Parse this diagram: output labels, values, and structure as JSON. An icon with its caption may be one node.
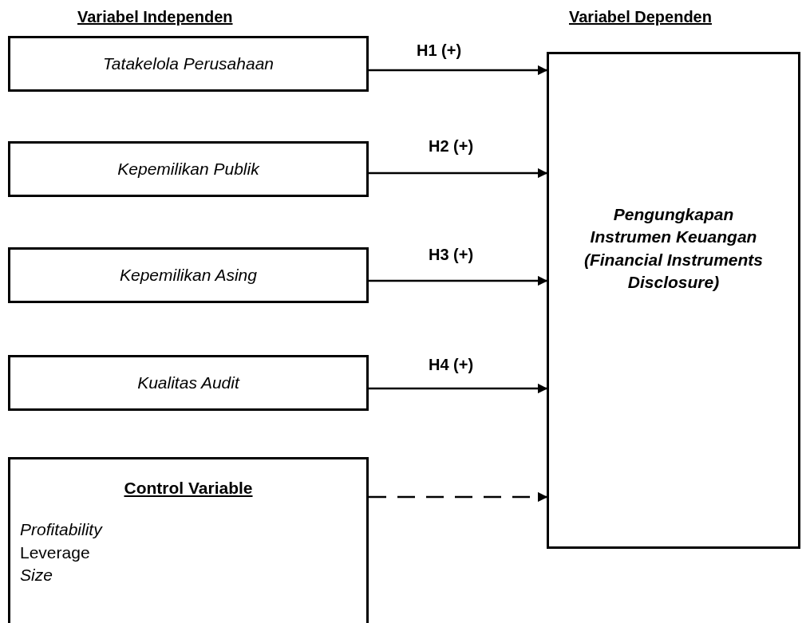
{
  "diagram": {
    "nodes": [
      {
        "text": [
          "Tatakelola Perusahaan"
        ]
      },
      {
        "text": [
          "Kepemilikan Publik"
        ]
      },
      {
        "text": [
          "Kepemilikan Asing"
        ]
      },
      {
        "text": [
          "Kualitas Audit"
        ]
      },
      {
        "text": [
          "Control Variable",
          "*Profitability* Leverage *Size*"
        ]
      },
      {
        "text": [
          "Pengungkapan Instrumen Keuangan (Financial Instruments Disclosure)"
        ]
      }
    ],
    "edges": [
      {
        "from": 0,
        "to": 5,
        "arrow": "to",
        "label": "H1 (+)"
      },
      {
        "from": 1,
        "to": 5,
        "arrow": "to",
        "label": "H2 (+)"
      },
      {
        "from": 2,
        "to": 5,
        "arrow": "to",
        "label": "H3 (+)"
      },
      {
        "from": 3,
        "to": 5,
        "arrow": "to",
        "label": "H4 (+)"
      },
      {
        "from": 4,
        "to": 5,
        "arrow": "to",
        "style": "dashed"
      }
    ],
    "labels": [
      "Variabel Independen",
      "Variabel Dependen"
    ]
  }
}
